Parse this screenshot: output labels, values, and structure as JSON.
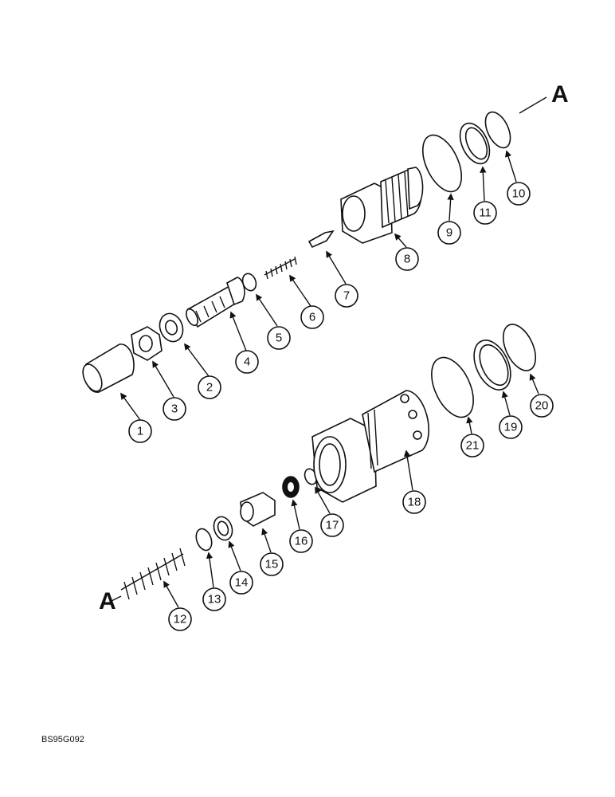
{
  "reference_marker": "A",
  "drawing_code": "BS95G092",
  "callouts": [
    "1",
    "2",
    "3",
    "4",
    "5",
    "6",
    "7",
    "8",
    "9",
    "10",
    "11",
    "12",
    "13",
    "14",
    "15",
    "16",
    "17",
    "18",
    "19",
    "20",
    "21"
  ]
}
